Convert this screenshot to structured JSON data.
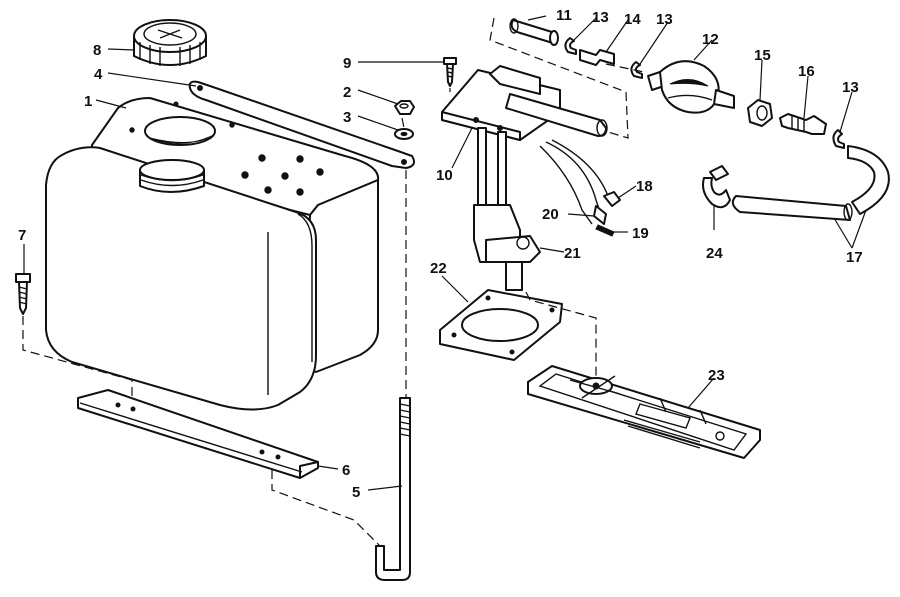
{
  "callouts": {
    "c1": "1",
    "c2": "2",
    "c3": "3",
    "c4": "4",
    "c5": "5",
    "c6": "6",
    "c7": "7",
    "c8": "8",
    "c9": "9",
    "c10": "10",
    "c11": "11",
    "c12": "12",
    "c13a": "13",
    "c13b": "13",
    "c13c": "13",
    "c14": "14",
    "c15": "15",
    "c16": "16",
    "c17": "17",
    "c18": "18",
    "c19": "19",
    "c20": "20",
    "c21": "21",
    "c22": "22",
    "c23": "23",
    "c24": "24"
  }
}
